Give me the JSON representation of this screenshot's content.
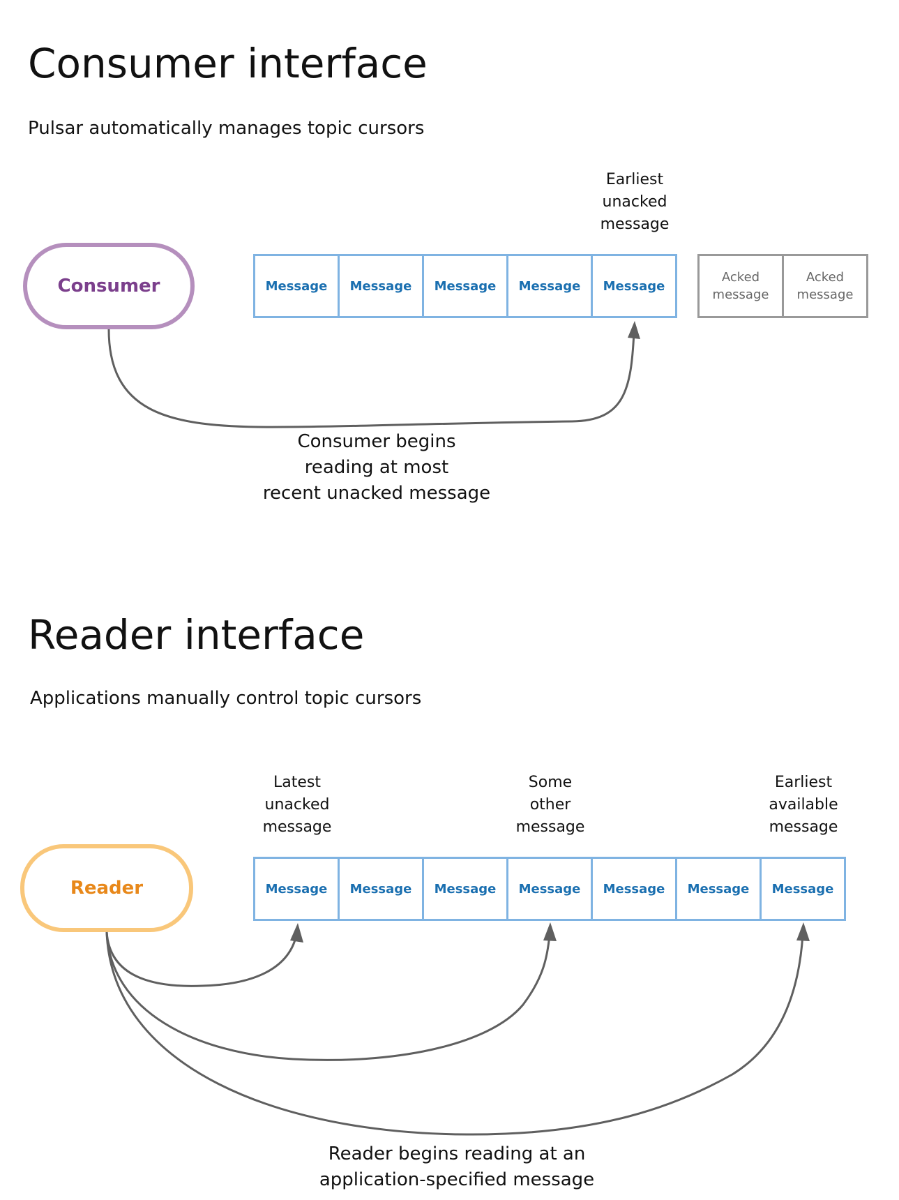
{
  "consumer_section": {
    "title": "Consumer interface",
    "subtitle": "Pulsar automatically manages topic cursors",
    "actor_label": "Consumer",
    "actor_color": "#7b3f8c",
    "actor_border_color": "#b58fbd",
    "pointer_label": "Earliest\nunacked\nmessage",
    "messages": [
      "Message",
      "Message",
      "Message",
      "Message",
      "Message"
    ],
    "acked_messages": [
      "Acked\nmessage",
      "Acked\nmessage"
    ],
    "caption": "Consumer begins\nreading at most\nrecent unacked message"
  },
  "reader_section": {
    "title": "Reader interface",
    "subtitle": "Applications manually control topic cursors",
    "actor_label": "Reader",
    "actor_color": "#e8881a",
    "actor_border_color": "#f9c77a",
    "pointer_labels": [
      "Latest\nunacked\nmessage",
      "Some\nother\nmessage",
      "Earliest\navailable\nmessage"
    ],
    "messages": [
      "Message",
      "Message",
      "Message",
      "Message",
      "Message",
      "Message",
      "Message"
    ],
    "caption": "Reader begins reading at an\napplication-specified message"
  },
  "colors": {
    "message_border": "#7fb3e2",
    "message_text": "#1a6fb0",
    "acked_border": "#999999",
    "arrow": "#5f5f5f"
  }
}
